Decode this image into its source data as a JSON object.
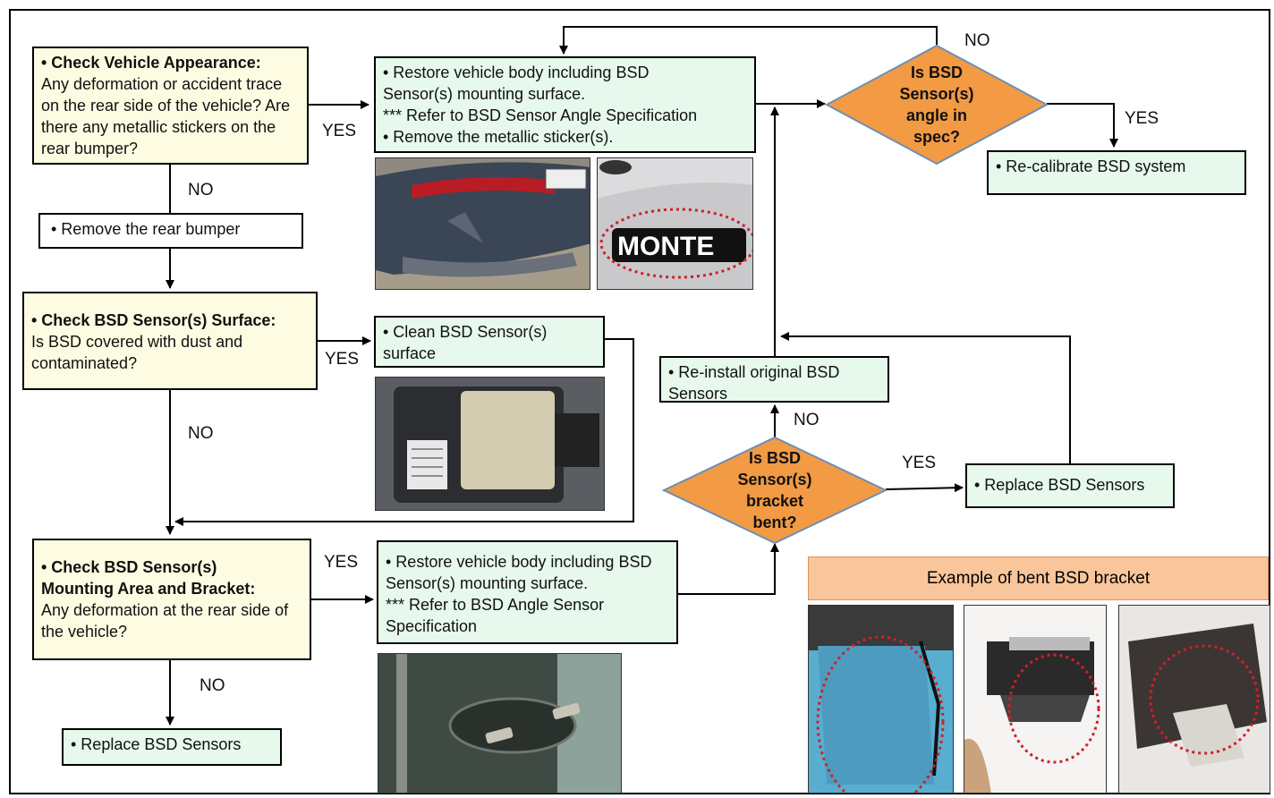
{
  "boxes": {
    "check_appearance": {
      "title": "• Check Vehicle Appearance:",
      "body": "Any deformation or accident trace on the rear side of the vehicle? Are there any metallic stickers on the rear bumper?"
    },
    "remove_bumper": "•  Remove the rear bumper",
    "check_surface": {
      "title": "• Check BSD Sensor(s) Surface:",
      "body": "Is BSD covered with dust and contaminated?"
    },
    "check_mounting": {
      "title": "• Check BSD Sensor(s) Mounting Area and Bracket:",
      "body": "Any deformation at the rear side of the vehicle?"
    },
    "replace_bottom": "• Replace BSD Sensors",
    "restore_top": {
      "line1": "• Restore vehicle body including BSD Sensor(s) mounting surface.",
      "line2": "*** Refer to BSD Sensor Angle Specification",
      "line3": "•  Remove the metallic sticker(s)."
    },
    "clean": "• Clean BSD Sensor(s) surface",
    "restore_mid": {
      "line1": "• Restore vehicle body including BSD Sensor(s) mounting surface.",
      "line2": "*** Refer to BSD Angle Sensor Specification"
    },
    "recalibrate": "• Re-calibrate BSD system",
    "reinstall": "• Re-install original BSD Sensors",
    "replace_right": "• Replace BSD Sensors"
  },
  "diamonds": {
    "angle": {
      "l1": "Is BSD",
      "l2": "Sensor(s)",
      "l3": "angle in",
      "l4": "spec?"
    },
    "bracket": {
      "l1": "Is BSD",
      "l2": "Sensor(s)",
      "l3": "bracket",
      "l4": "bent?"
    }
  },
  "labels": {
    "yes1": "YES",
    "no1": "NO",
    "yes2": "YES",
    "no2": "NO",
    "yes3": "YES",
    "no3": "NO",
    "no_top": "NO",
    "yes_angle": "YES",
    "no_bracket": "NO",
    "yes_bracket": "YES"
  },
  "photo_text": {
    "sticker": "MONTE"
  },
  "caption": "Example of bent BSD bracket",
  "colors": {
    "yellow_box": "#fdfce2",
    "green_box": "#e6f9ec",
    "diamond": "#f29a44",
    "caption_bg": "#f9c59a",
    "highlight": "#d0202a"
  }
}
